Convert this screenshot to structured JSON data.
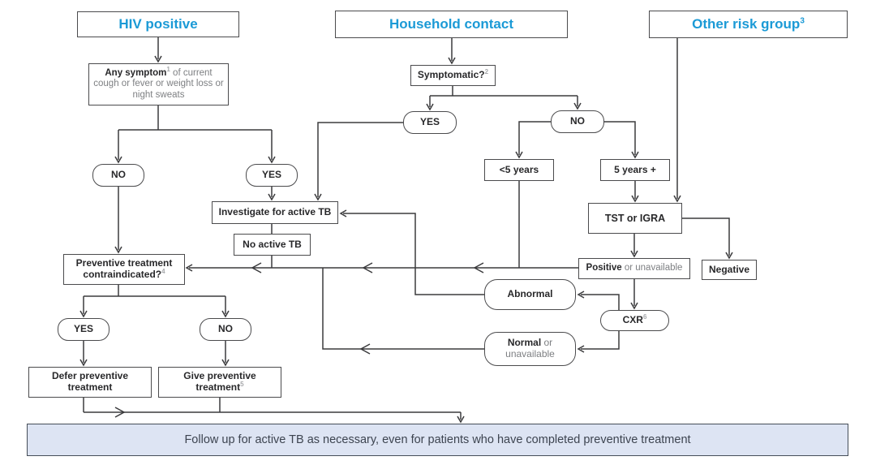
{
  "diagram": {
    "headers": {
      "hiv": "HIV positive",
      "household": "Household contact",
      "other": "Other risk group",
      "other_sup": "3"
    },
    "nodes": {
      "any_symptom_bold": "Any symptom",
      "any_symptom_sup": "1",
      "any_symptom_rest": " of current cough or fever or weight loss or night sweats",
      "symptomatic": "Symptomatic?",
      "symptomatic_sup": "2",
      "yes": "YES",
      "no": "NO",
      "under5": "<5 years",
      "over5": "5 years +",
      "investigate": "Investigate for active TB",
      "no_active_tb": "No active TB",
      "tst": "TST or IGRA",
      "positive_bold": "Positive",
      "positive_rest": " or unavailable",
      "negative": "Negative",
      "contraindicated_l1": "Preventive treatment",
      "contraindicated_l2": "contraindicated?",
      "contraindicated_sup": "4",
      "abnormal": "Abnormal",
      "cxr": "CXR",
      "cxr_sup": "6",
      "normal_bold": "Normal",
      "normal_or": " or",
      "normal_l2": "unavailable",
      "defer_l1": "Defer preventive",
      "defer_l2": "treatment",
      "give_l1": "Give preventive",
      "give_l2": "treatment",
      "give_sup": "5",
      "followup": "Follow up for active TB as necessary, even for patients who have completed preventive treatment"
    },
    "colors": {
      "accent_blue": "#1b9ad6",
      "bar_fill": "#dde4f3",
      "line": "#3b3b3d",
      "gray_text": "#7d7f82"
    }
  }
}
